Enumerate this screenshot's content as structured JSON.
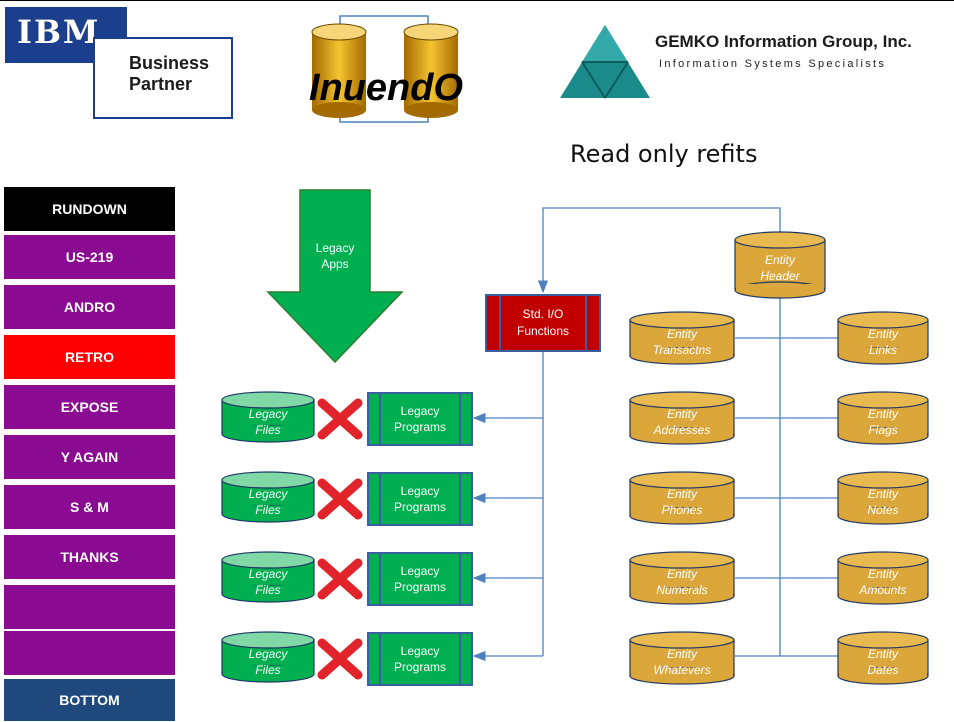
{
  "logos": {
    "ibm": "IBM",
    "ibm_partner": "Business Partner",
    "ibm_partner_line1": "Business",
    "ibm_partner_line2": "Partner",
    "inuendo": "InuendO",
    "gemko_name": "GEMKO Information Group, Inc.",
    "gemko_sub": "Information Systems Specialists"
  },
  "slide_title": "Read only refits",
  "nav": {
    "items": [
      {
        "label": "RUNDOWN",
        "style": "black"
      },
      {
        "label": "US-219",
        "style": "purple"
      },
      {
        "label": "ANDRO",
        "style": "purple"
      },
      {
        "label": "RETRO",
        "style": "red"
      },
      {
        "label": "EXPOSE",
        "style": "purple"
      },
      {
        "label": "Y AGAIN",
        "style": "purple"
      },
      {
        "label": "S & M",
        "style": "purple"
      },
      {
        "label": "THANKS",
        "style": "purple"
      },
      {
        "label": "",
        "style": "purple"
      },
      {
        "label": "",
        "style": "purple"
      },
      {
        "label": "BOTTOM",
        "style": "blue"
      }
    ]
  },
  "diagram": {
    "legacy_apps": [
      "Legacy",
      "Apps"
    ],
    "std_io": [
      "Std. I/O",
      "Functions"
    ],
    "entity_header": [
      "Entity",
      "Header"
    ],
    "legacy_files": [
      "Legacy",
      "Files"
    ],
    "legacy_programs": [
      "Legacy",
      "Programs"
    ],
    "legacy_rows": 4,
    "entities_left": [
      [
        "Entity",
        "Transactns"
      ],
      [
        "Entity",
        "Addresses"
      ],
      [
        "Entity",
        "Phones"
      ],
      [
        "Entity",
        "Numerals"
      ],
      [
        "Entity",
        "Whatevers"
      ]
    ],
    "entities_right": [
      [
        "Entity",
        "Links"
      ],
      [
        "Entity",
        "Flags"
      ],
      [
        "Entity",
        "Notes"
      ],
      [
        "Entity",
        "Amounts"
      ],
      [
        "Entity",
        "Dates"
      ]
    ],
    "colors": {
      "green": "#00b050",
      "gold": "#dba63a",
      "darkred": "#c00000",
      "line": "#4f81bd",
      "cross": "#e0242a"
    }
  }
}
